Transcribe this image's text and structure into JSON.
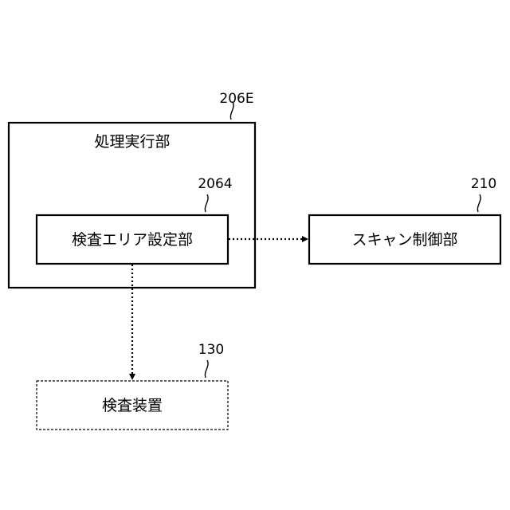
{
  "diagram": {
    "outer_block": {
      "ref": "206E",
      "title": "処理実行部"
    },
    "area_setting_block": {
      "ref": "2064",
      "title": "検査エリア設定部"
    },
    "scan_control_block": {
      "ref": "210",
      "title": "スキャン制御部"
    },
    "inspection_device_block": {
      "ref": "130",
      "title": "検査装置"
    }
  }
}
